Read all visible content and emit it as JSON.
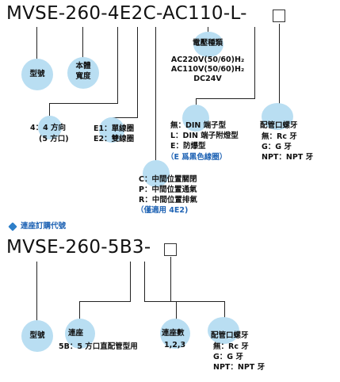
{
  "model1": {
    "code": "MVSE-260-4E2C-AC110-L-",
    "labels": {
      "model": "型號",
      "body_width": [
        "本體",
        "寬度"
      ],
      "voltage_title": "電壓種類",
      "voltage_options": [
        "AC220V(50/60)H₂",
        "AC110V(50/60)H₂",
        "DC24V"
      ],
      "ports": [
        "4：4 方向",
        "(5 方口)"
      ],
      "coil": [
        "E1：單線圈",
        "E2：雙線圈"
      ],
      "terminal": [
        "無：DIN 端子型",
        "L：DIN 端子附燈型",
        "E：防爆型",
        "（E 爲黑色線圈）"
      ],
      "piping_title": "配管口螺牙",
      "piping_options": [
        "無：Rc 牙",
        "G：G 牙",
        "NPT：NPT 牙"
      ],
      "center": [
        "C：中間位置關閉",
        "P：中間位置通氣",
        "R：中間位置排氣",
        "（僅適用 4E2)"
      ]
    }
  },
  "model2": {
    "section_title": "連座訂購代號",
    "code": "MVSE-260-5B3-",
    "labels": {
      "model": "型號",
      "manifold_title": "連座",
      "manifold_desc": "5B：5 方口直配管型用",
      "count_title": "連座數",
      "count_values": "1,2,3",
      "piping_title": "配管口螺牙",
      "piping_options": [
        "無：Rc 牙",
        "G：G 牙",
        "NPT：NPT 牙"
      ]
    }
  },
  "colors": {
    "bubble": "#b9def2",
    "accent": "#1f63b4",
    "line": "#222222"
  }
}
